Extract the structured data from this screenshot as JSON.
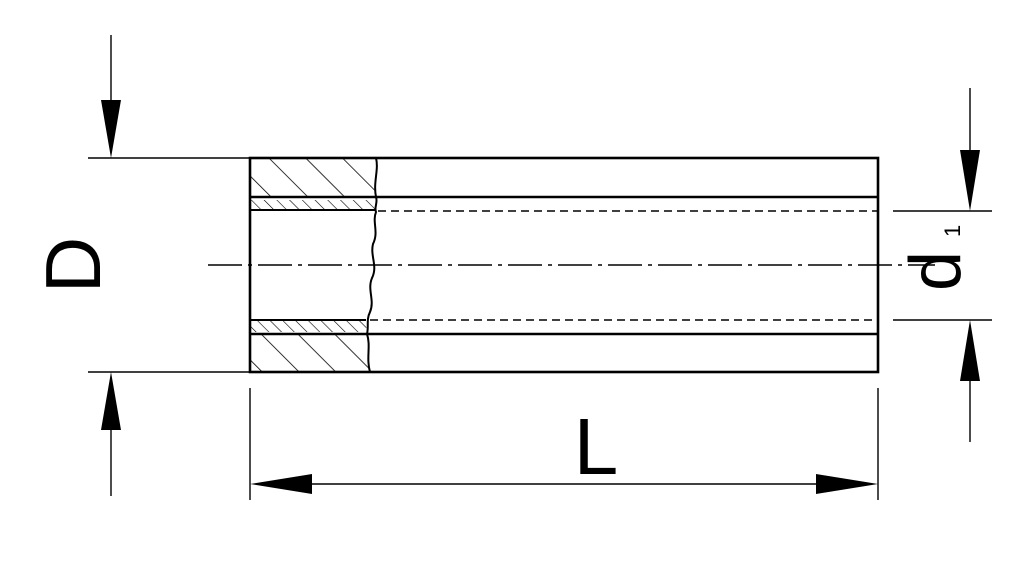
{
  "labels": {
    "outer_diameter": "D",
    "inner_diameter": "d",
    "inner_diameter_subscript": "1",
    "length": "L"
  },
  "colors": {
    "line": "#000000",
    "background": "#ffffff"
  }
}
